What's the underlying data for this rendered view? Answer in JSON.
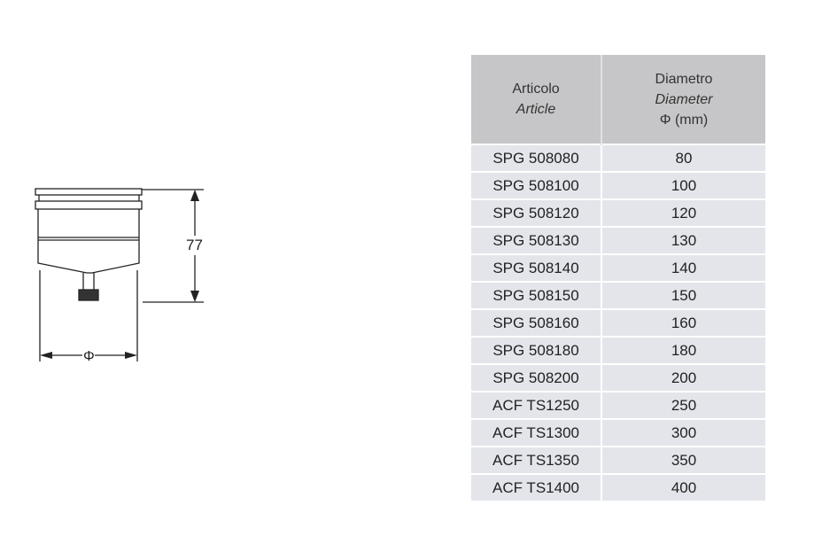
{
  "drawing": {
    "height_label": "77",
    "diameter_label": "Φ"
  },
  "table": {
    "headers": [
      {
        "line1": "Articolo",
        "line2": "Article",
        "line3": ""
      },
      {
        "line1": "Diametro",
        "line2": "Diameter",
        "line3": "Φ (mm)"
      }
    ],
    "rows": [
      {
        "article": "SPG 508080",
        "diameter": "80"
      },
      {
        "article": "SPG 508100",
        "diameter": "100"
      },
      {
        "article": "SPG 508120",
        "diameter": "120"
      },
      {
        "article": "SPG 508130",
        "diameter": "130"
      },
      {
        "article": "SPG 508140",
        "diameter": "140"
      },
      {
        "article": "SPG 508150",
        "diameter": "150"
      },
      {
        "article": "SPG 508160",
        "diameter": "160"
      },
      {
        "article": "SPG 508180",
        "diameter": "180"
      },
      {
        "article": "SPG 508200",
        "diameter": "200"
      },
      {
        "article": "ACF TS1250",
        "diameter": "250"
      },
      {
        "article": "ACF TS1300",
        "diameter": "300"
      },
      {
        "article": "ACF TS1350",
        "diameter": "350"
      },
      {
        "article": "ACF TS1400",
        "diameter": "400"
      }
    ]
  }
}
